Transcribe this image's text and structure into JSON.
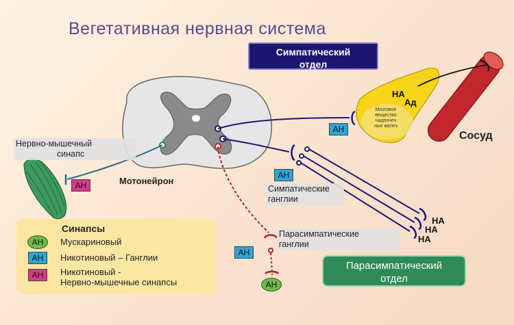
{
  "title": "Вегетативная нервная система",
  "sympathetic_division": {
    "line1": "Симпатический",
    "line2": "отдел"
  },
  "parasympathetic_division": {
    "line1": "Парасимпатический",
    "line2": "отдел"
  },
  "labels": {
    "neuromuscular": {
      "line1": "Нервно-мышечный",
      "line2": "синапс"
    },
    "motoneuron": "Мотонейрон",
    "symp_ganglia": {
      "line1": "Симпатические",
      "line2": "ганглии"
    },
    "parasymp_ganglia": {
      "line1": "Парасимпатические",
      "line2": "ганглии"
    },
    "adrenal": {
      "line1": "Мозговое",
      "line2": "вещество",
      "line3": "надпочеч",
      "line4": "ных желез"
    },
    "vessel": "Сосуд",
    "adrenal_na": "НА",
    "adrenal_ad": "Ад",
    "na1": "НА",
    "na2": "НА",
    "na3": "НА"
  },
  "tags": {
    "adrenal_tag": "АН",
    "muscle_tag": "АН",
    "ganglia_tag": "АН",
    "para_ganglia_tag": "АН",
    "para_end_tag": "АН"
  },
  "legend": {
    "title": "Синапсы",
    "items": [
      {
        "tag": "АН",
        "text": "Мускариновый",
        "style": "green"
      },
      {
        "tag": "АН",
        "text": "Никотиновый – Ганглии",
        "style": "blue"
      },
      {
        "tag": "АН",
        "text1": "Никотиновый -",
        "text2": "Нервно-мышечные синапсы",
        "style": "pink"
      }
    ]
  },
  "colors": {
    "title": "#5a4a8a",
    "sympathetic_box": "#1d1670",
    "parasympathetic_box": "#2e8b57",
    "nicotinic": "#2ba6d9",
    "neuromuscular": "#d83a8a",
    "muscarinic": "#6cbd45",
    "legend_bg": "#fbe7a3"
  }
}
